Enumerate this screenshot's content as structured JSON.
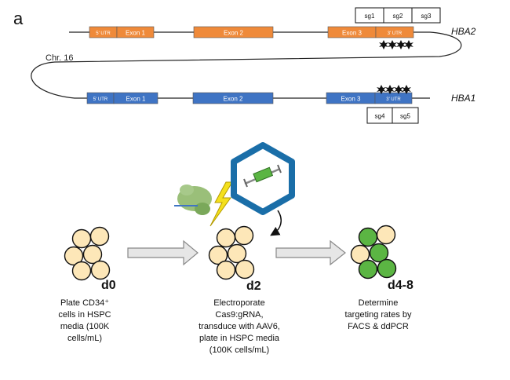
{
  "panel_label": "a",
  "gene_map": {
    "chromosome_label": "Chr. 16",
    "genes": [
      {
        "name": "HBA2",
        "color": "#ef8a3a",
        "utr5": "5' UTR",
        "exons": [
          "Exon 1",
          "Exon 2",
          "Exon 3"
        ],
        "utr3": "3' UTR",
        "guides": [
          "sg1",
          "sg2",
          "sg3"
        ]
      },
      {
        "name": "HBA1",
        "color": "#3f74c4",
        "utr5": "5' UTR",
        "exons": [
          "Exon 1",
          "Exon 2",
          "Exon 3"
        ],
        "utr3": "3' UTR",
        "guides": [
          "sg4",
          "sg5"
        ]
      }
    ]
  },
  "workflow": {
    "colors": {
      "cell": "#fde7b8",
      "edited_cell": "#5bb543",
      "arrow": "#aaaaaa",
      "aav_capsid": "#1a6ea8",
      "rnp": "#8fb86a",
      "zap": "#f4e01c"
    },
    "icons": [
      "cell-cluster-icon",
      "cas9-rnp-icon",
      "lightning-icon",
      "aav6-capsid-icon",
      "donor-template-icon"
    ],
    "stages": [
      {
        "day": "d0",
        "lines": [
          "Plate CD34⁺",
          "cells in HSPC",
          "media (100K",
          "cells/mL)"
        ]
      },
      {
        "day": "d2",
        "lines": [
          "Electroporate",
          "Cas9:gRNA,",
          "transduce with AAV6,",
          "plate in HSPC media",
          "(100K cells/mL)"
        ]
      },
      {
        "day": "d4-8",
        "lines": [
          "Determine",
          "targeting rates by",
          "FACS & ddPCR"
        ]
      }
    ]
  }
}
